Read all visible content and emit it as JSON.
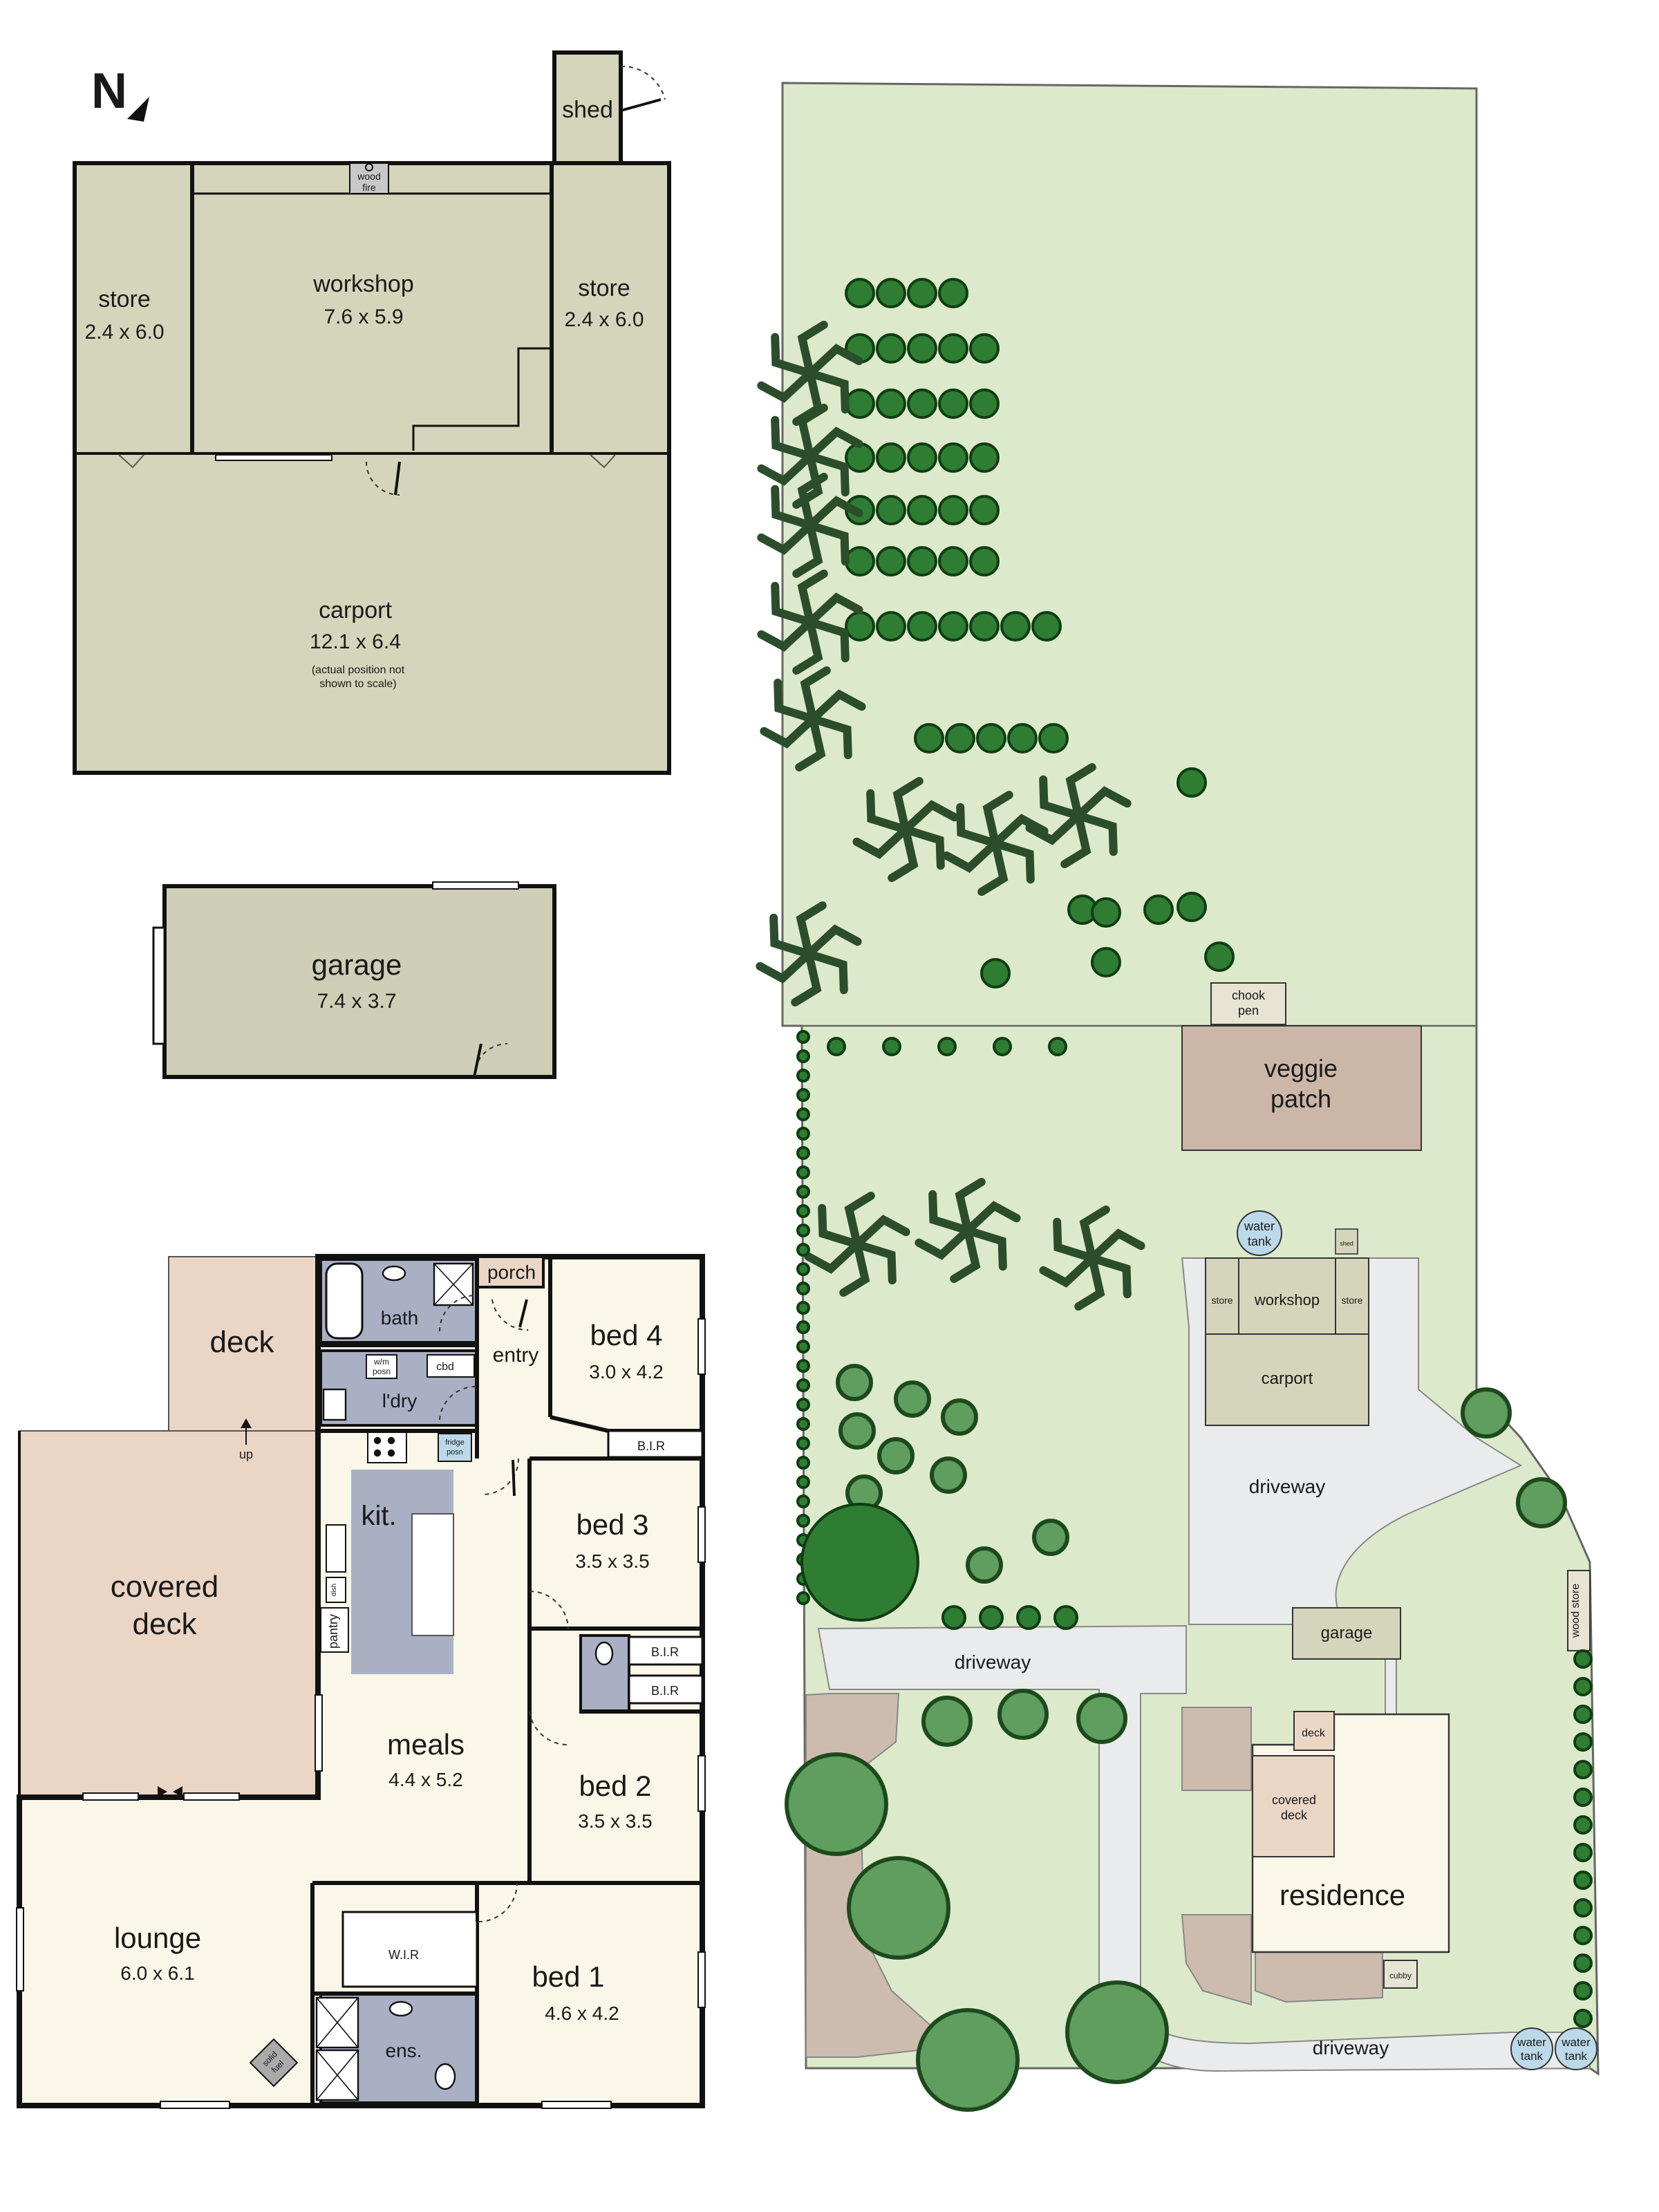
{
  "north": {
    "label": "N"
  },
  "outbuildings": {
    "shed": "shed",
    "wood_fire": [
      "wood",
      "fire"
    ],
    "store_left": {
      "name": "store",
      "dims": "2.4 x 6.0"
    },
    "workshop": {
      "name": "workshop",
      "dims": "7.6 x 5.9"
    },
    "store_right": {
      "name": "store",
      "dims": "2.4 x 6.0"
    },
    "carport": {
      "name": "carport",
      "dims": "12.1 x 6.4",
      "note": [
        "(actual position not",
        "shown to scale)"
      ]
    }
  },
  "garage": {
    "name": "garage",
    "dims": "7.4 x 3.7"
  },
  "house": {
    "deck": "deck",
    "up": "up",
    "covered_deck": [
      "covered",
      "deck"
    ],
    "bath": "bath",
    "porch": "porch",
    "entry": "entry",
    "wm_posn": [
      "w/m",
      "posn"
    ],
    "cbd": "cbd",
    "ldry": "l'dry",
    "fridge_posn": [
      "fridge",
      "posn"
    ],
    "kit": "kit.",
    "pantry": "pantry",
    "dish": "dish",
    "bed4": {
      "name": "bed 4",
      "dims": "3.0 x 4.2"
    },
    "bir": "B.I.R",
    "bed3": {
      "name": "bed 3",
      "dims": "3.5 x 3.5"
    },
    "bed2": {
      "name": "bed 2",
      "dims": "3.5 x 3.5"
    },
    "meals": {
      "name": "meals",
      "dims": "4.4 x 5.2"
    },
    "lounge": {
      "name": "lounge",
      "dims": "6.0 x 6.1"
    },
    "wir": "W.I.R",
    "ens": "ens.",
    "bed1": {
      "name": "bed 1",
      "dims": "4.6 x 4.2"
    },
    "solid_fuel": [
      "solid",
      "fuel"
    ]
  },
  "site": {
    "chook_pen": [
      "chook",
      "pen"
    ],
    "veggie_patch": [
      "veggie",
      "patch"
    ],
    "water_tank": [
      "water",
      "tank"
    ],
    "shed": "shed",
    "store": "store",
    "workshop": "workshop",
    "carport": "carport",
    "driveway": "driveway",
    "garage": "garage",
    "wood_store": "wood store",
    "deck": "deck",
    "covered_deck": [
      "covered",
      "deck"
    ],
    "residence": "residence",
    "cubby": "cubby"
  },
  "colors": {
    "outbuilding": "#d5d5bb",
    "garage": "#cfcfb8",
    "house_floor": "#fbf7e8",
    "wet_area": "#aab0c4",
    "deck": "#ebd6c6",
    "grass": "#dceacb",
    "driveway": "#e9ebec",
    "garden_bed": "#cdbcae",
    "veggie": "#ccb6a8",
    "tank": "#bcd9ea",
    "tree": "#2e7d32"
  }
}
